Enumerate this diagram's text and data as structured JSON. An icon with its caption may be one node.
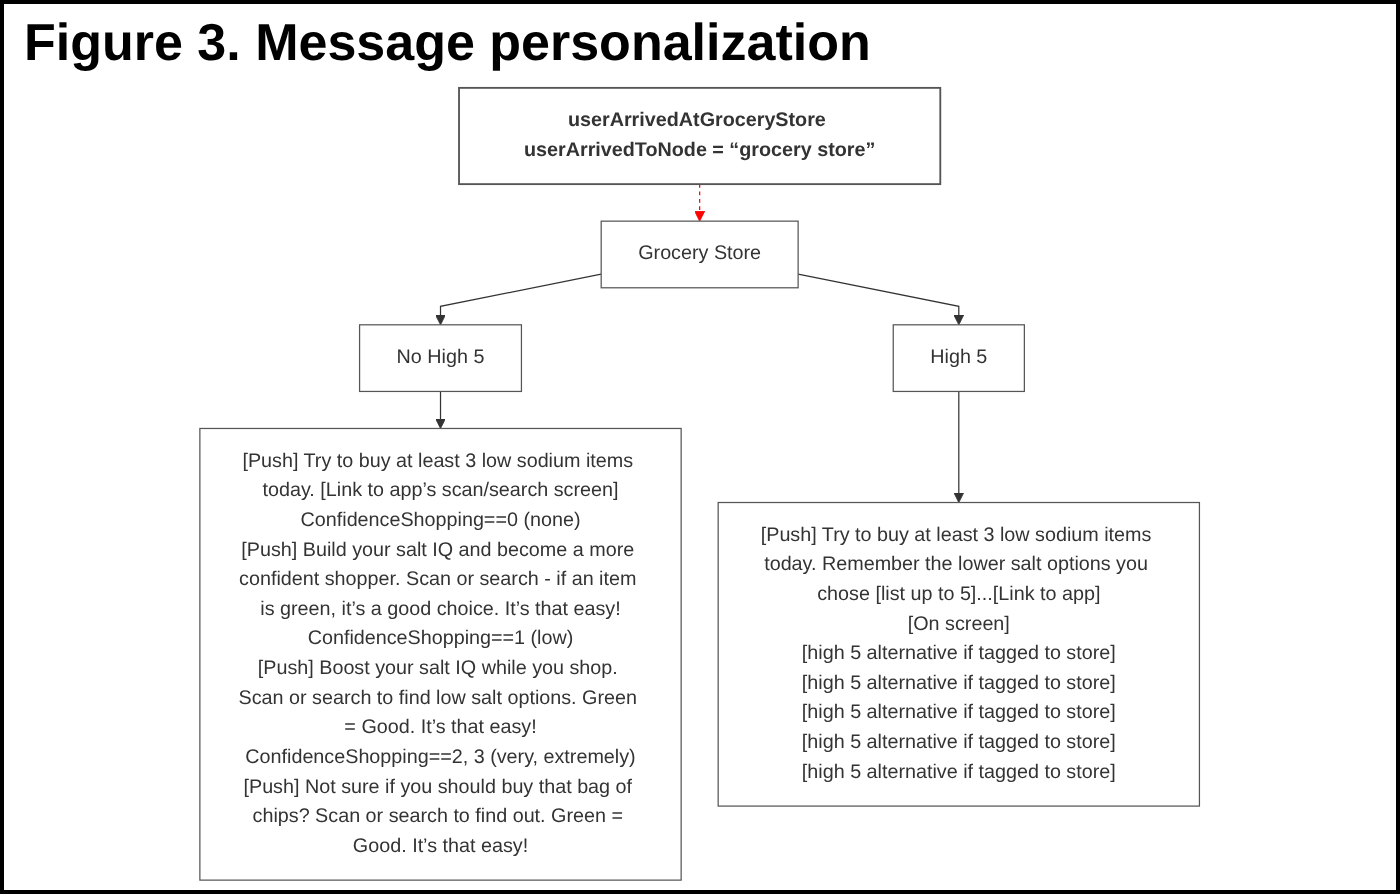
{
  "diagram": {
    "title": "Figure 3. Message personalization",
    "nodes": [
      {
        "text": [
          "userArrivedAtGroceryStore userArrivedToNode = “grocery store”"
        ]
      },
      {
        "text": [
          "Grocery Store"
        ]
      },
      {
        "text": [
          "No High 5"
        ]
      },
      {
        "text": [
          "High 5"
        ]
      },
      {
        "text": [
          "[Push] Try to buy at least 3 low sodium items today. [Link to app’s scan/search screen]",
          "ConfidenceShopping==0 (none)",
          "[Push] Build your salt IQ and become a more confident shopper. Scan or search - if an item is green, it’s a good choice. It’s that easy!",
          "ConfidenceShopping==1 (low)",
          "[Push] Boost your salt IQ while you shop. Scan or search to find low salt options. Green = Good. It’s that easy!",
          "ConfidenceShopping==2, 3 (very, extremely)",
          "[Push] Not sure if you should buy that bag of chips? Scan or search to find out. Green = Good. It’s that easy!"
        ]
      },
      {
        "text": [
          "[Push] Try to buy at least 3 low sodium items today. Remember the lower salt options you chose [list up to 5]...[Link to app]",
          "[On screen]",
          "[high 5 alternative if tagged to store]",
          "[high 5 alternative if tagged to store]",
          "[high 5 alternative if tagged to store]",
          "[high 5 alternative if tagged to store]",
          "[high 5 alternative if tagged to store]"
        ]
      }
    ],
    "edges": [
      {
        "from": 0,
        "to": 1,
        "arrow": "to",
        "style": "dashed",
        "color": "#ff0000"
      },
      {
        "from": 1,
        "to": 2,
        "arrow": "to"
      },
      {
        "from": 1,
        "to": 3,
        "arrow": "to"
      },
      {
        "from": 2,
        "to": 4,
        "arrow": "to"
      },
      {
        "from": 3,
        "to": 5,
        "arrow": "to"
      }
    ]
  }
}
